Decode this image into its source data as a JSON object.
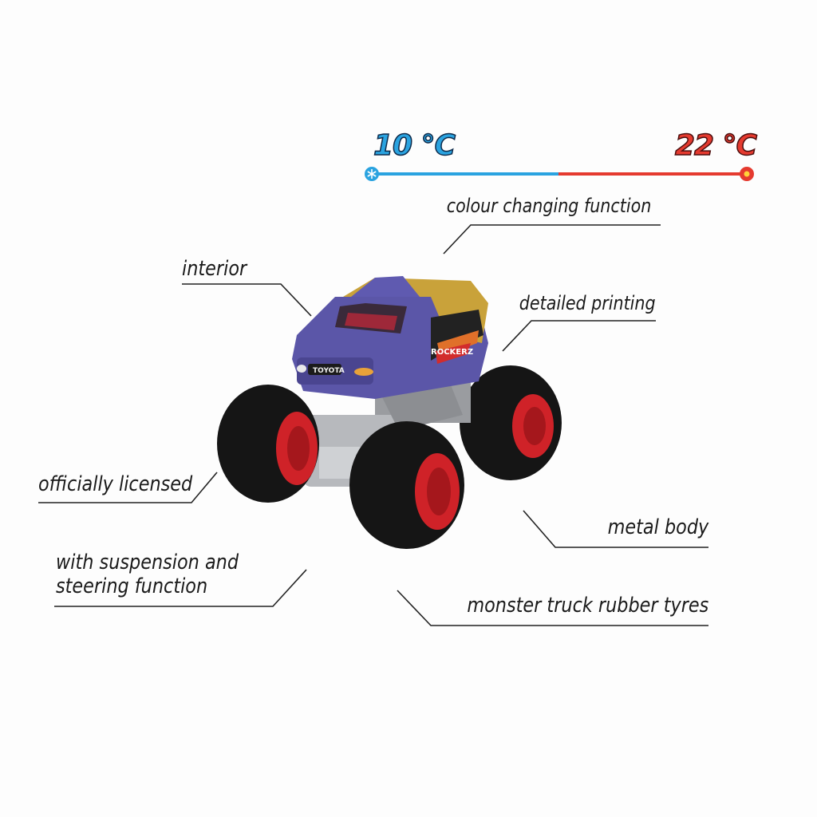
{
  "scale": {
    "cold_label": "10 °C",
    "warm_label": "22 °C",
    "cold_color": "#2aa3e0",
    "warm_color": "#e53a2f",
    "cold_icon": "snowflake-icon",
    "warm_icon": "sun-icon"
  },
  "features": {
    "colour_changing": "colour changing function",
    "interior": "interior",
    "detailed_printing": "detailed printing",
    "officially_licensed": "officially licensed",
    "metal_body": "metal body",
    "suspension_line1": "with suspension and",
    "suspension_line2": "steering function",
    "rubber_tyres": "monster truck rubber tyres"
  },
  "truck": {
    "brand_badge": "TOYOTA",
    "side_print": "ROCKERZ",
    "body_color": "#5b56a8",
    "roof_color": "#c9a23a",
    "rim_color": "#d0262a"
  }
}
